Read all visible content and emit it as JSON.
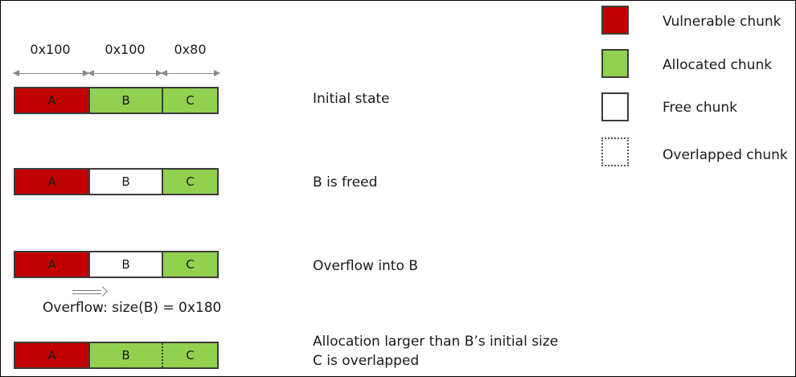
{
  "sizes": [
    "0x100",
    "0x100",
    "0x80"
  ],
  "segments": {
    "a": "A",
    "b": "B",
    "c": "C"
  },
  "steps": [
    {
      "label": "Initial state"
    },
    {
      "label": "B is freed"
    },
    {
      "label": "Overflow into B"
    },
    {
      "label_line1": "Allocation larger than B’s initial size",
      "label_line2": "C is overlapped"
    }
  ],
  "overflow_note": "Overflow: size(B) = 0x180",
  "legend": [
    {
      "label": "Vulnerable chunk",
      "color": "#c00000"
    },
    {
      "label": "Allocated chunk",
      "color": "#92d050"
    },
    {
      "label": "Free chunk",
      "color": "#ffffff"
    },
    {
      "label": "Overlapped chunk",
      "style": "dotted"
    }
  ]
}
